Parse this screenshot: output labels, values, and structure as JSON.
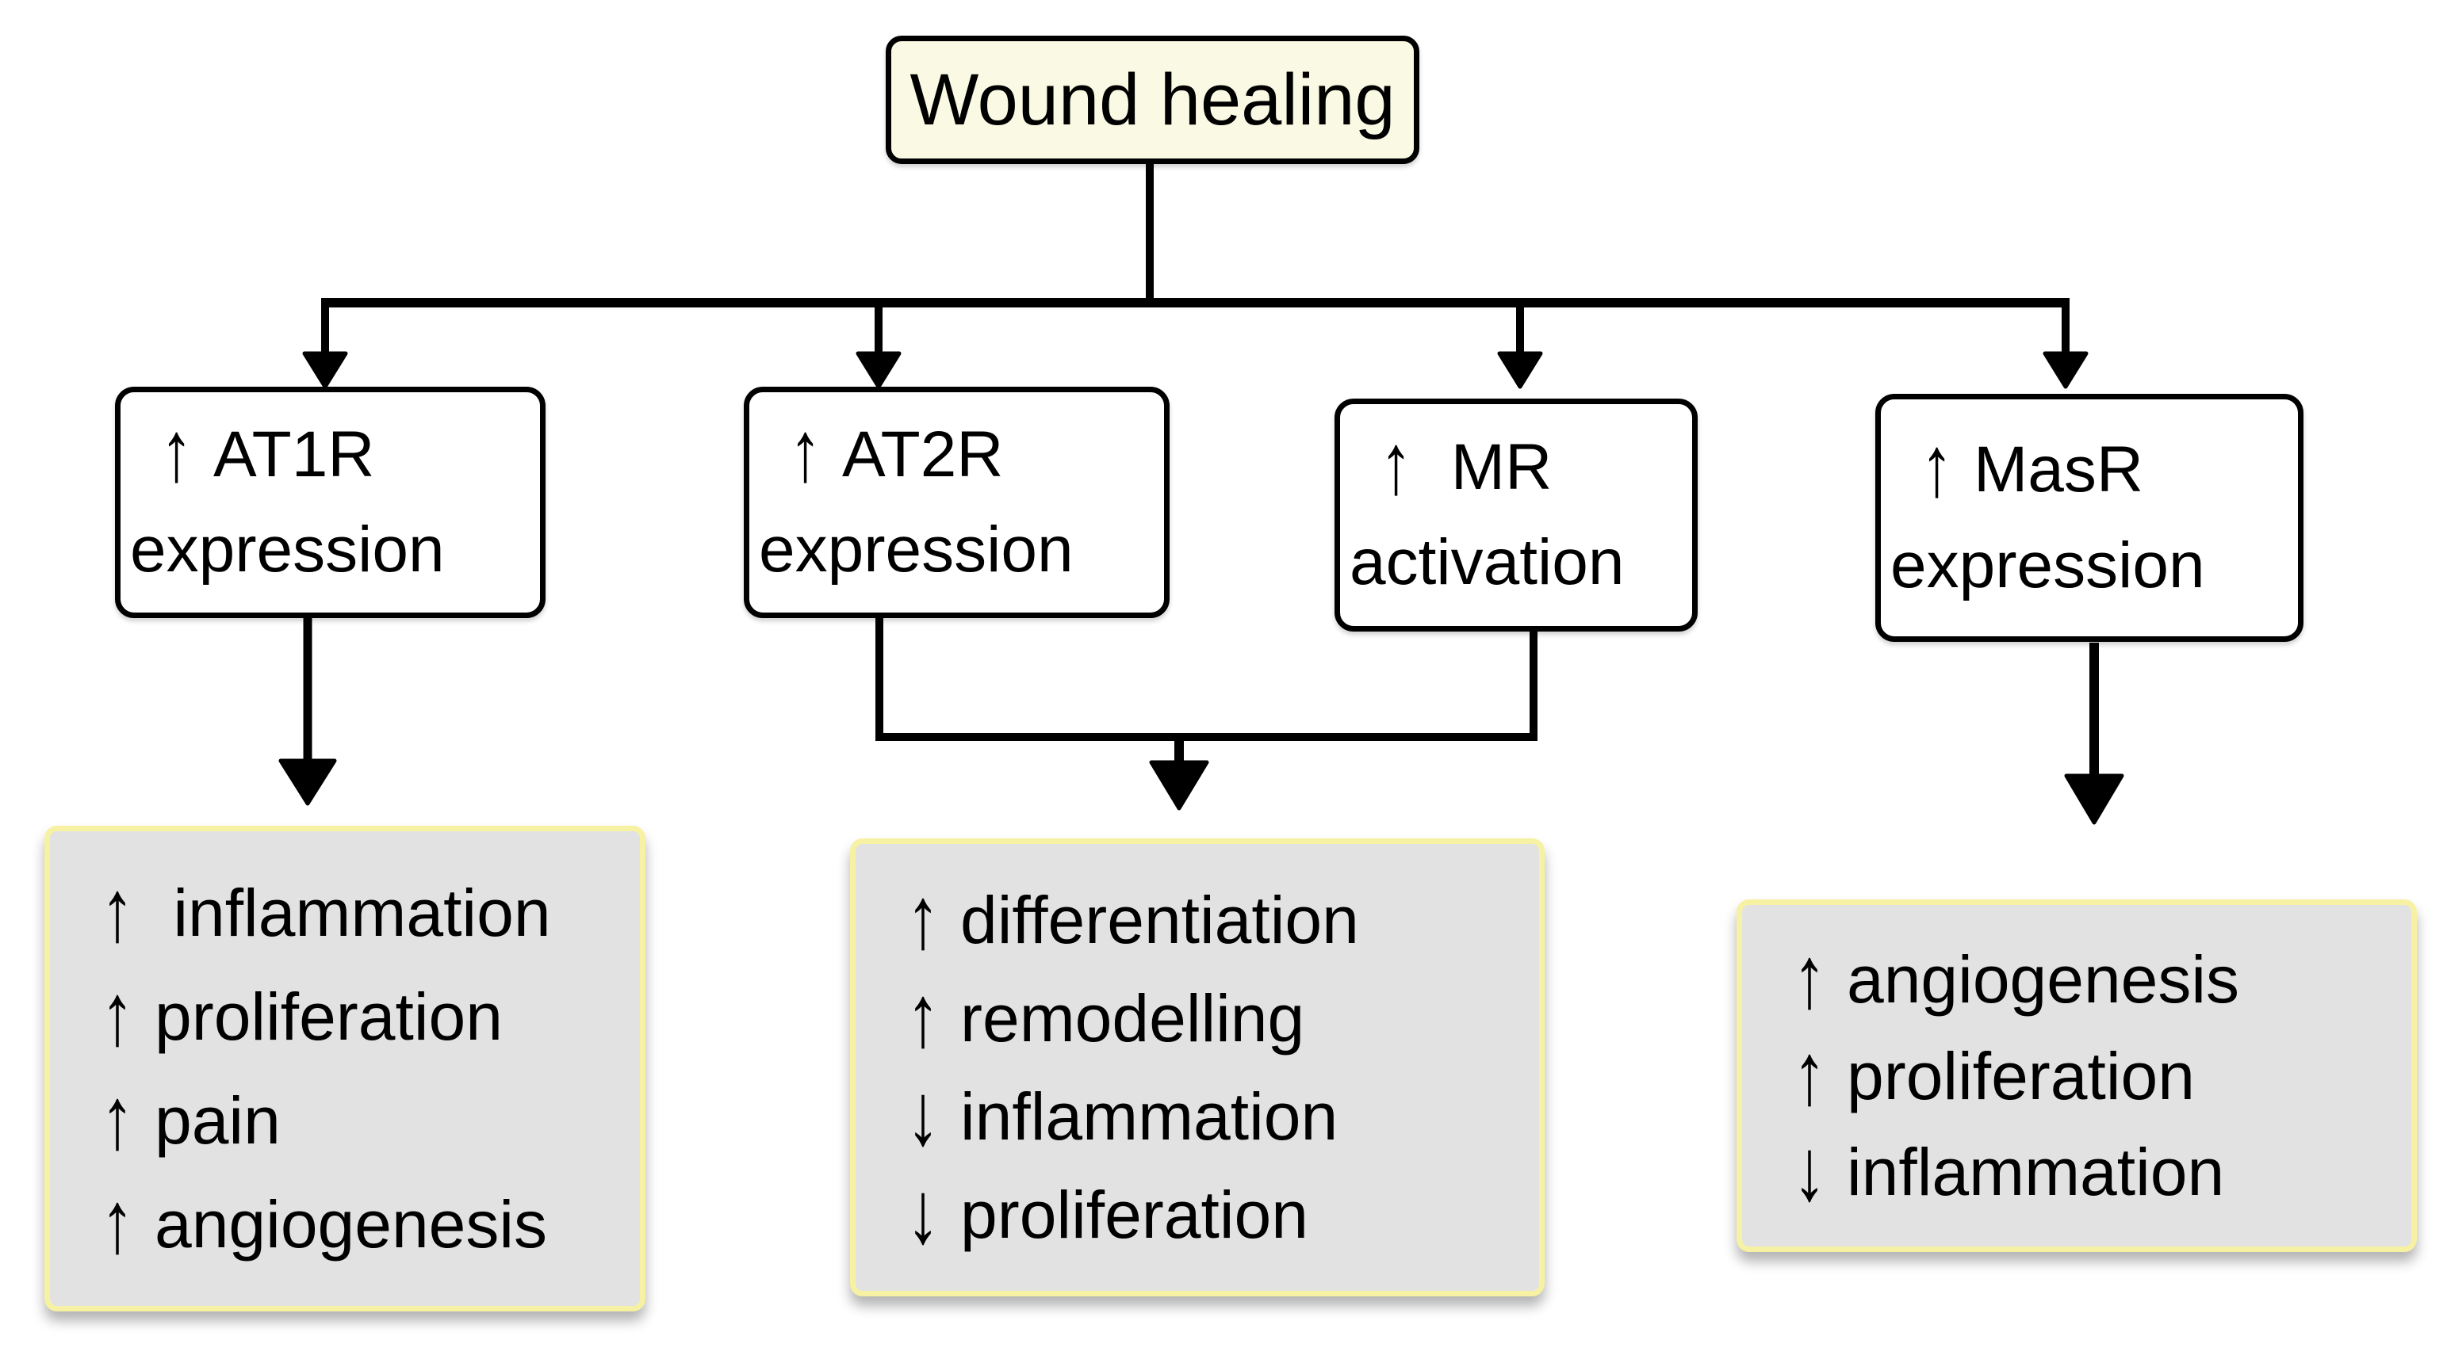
{
  "title": {
    "label": "Wound healing"
  },
  "receptors": [
    {
      "arrow": "↑",
      "name": "AT1R",
      "line2": "expression"
    },
    {
      "arrow": "↑",
      "name": "AT2R",
      "line2": "expression"
    },
    {
      "arrow": "↑",
      "name": " MR",
      "line2": "activation"
    },
    {
      "arrow": "↑",
      "name": "MasR",
      "line2": "expression"
    }
  ],
  "outcomes": [
    {
      "items": [
        {
          "arrow": "↑",
          "label": " inflammation"
        },
        {
          "arrow": "↑",
          "label": "proliferation"
        },
        {
          "arrow": "↑",
          "label": "pain"
        },
        {
          "arrow": "↑",
          "label": "angiogenesis"
        }
      ]
    },
    {
      "items": [
        {
          "arrow": "↑",
          "label": "differentiation"
        },
        {
          "arrow": "↑",
          "label": "remodelling"
        },
        {
          "arrow": "↓",
          "label": "inflammation"
        },
        {
          "arrow": "↓",
          "label": "proliferation"
        }
      ]
    },
    {
      "items": [
        {
          "arrow": "↑",
          "label": "angiogenesis"
        },
        {
          "arrow": "↑",
          "label": "proliferation"
        },
        {
          "arrow": "↓",
          "label": "inflammation"
        }
      ]
    }
  ],
  "colors": {
    "title_fill": "#FAF9E3",
    "node_fill": "#FFFFFF",
    "outcome_fill": "#E2E2E2",
    "outcome_border": "#F6F1A3",
    "line": "#000000"
  }
}
